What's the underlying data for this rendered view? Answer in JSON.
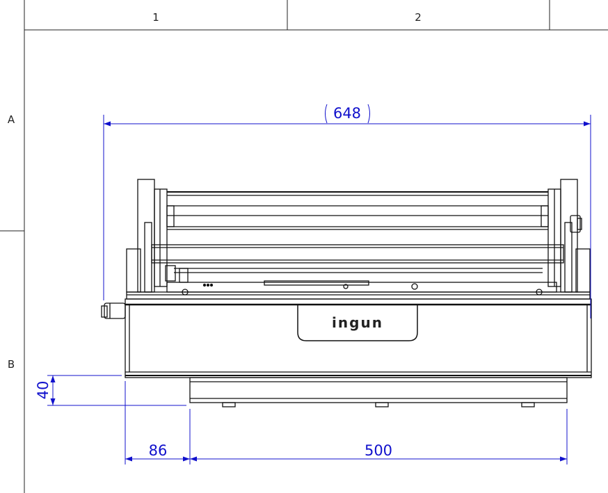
{
  "frame": {
    "columns": [
      "1",
      "2"
    ],
    "rows": [
      "A",
      "B"
    ]
  },
  "dimensions": {
    "overall_width": "648",
    "height_offset": "40",
    "left_offset": "86",
    "base_width": "500"
  },
  "logo_text": "ingun",
  "colors": {
    "drawing_line": "#111111",
    "dimension_line": "#1010cc",
    "frame_line": "#222222"
  }
}
